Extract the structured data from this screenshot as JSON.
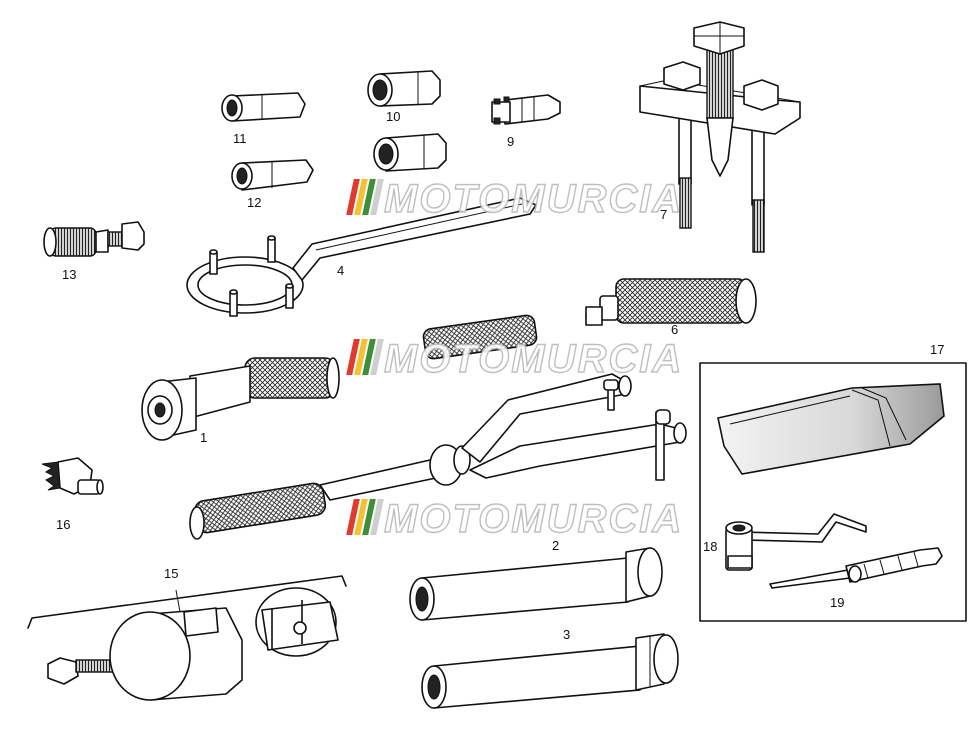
{
  "watermark": {
    "text": "MOTOMURCIA",
    "stripe_colors": [
      "#e03b2f",
      "#f2c230",
      "#3f8f3a",
      "#cfcfcf"
    ]
  },
  "labels": {
    "p1": "1",
    "p2": "2",
    "p3": "3",
    "p4": "4",
    "p6": "6",
    "p7": "7",
    "p9": "9",
    "p10": "10",
    "p11": "11",
    "p12": "12",
    "p13": "13",
    "p15": "15",
    "p16": "16",
    "p17": "17",
    "p18": "18",
    "p19": "19"
  }
}
